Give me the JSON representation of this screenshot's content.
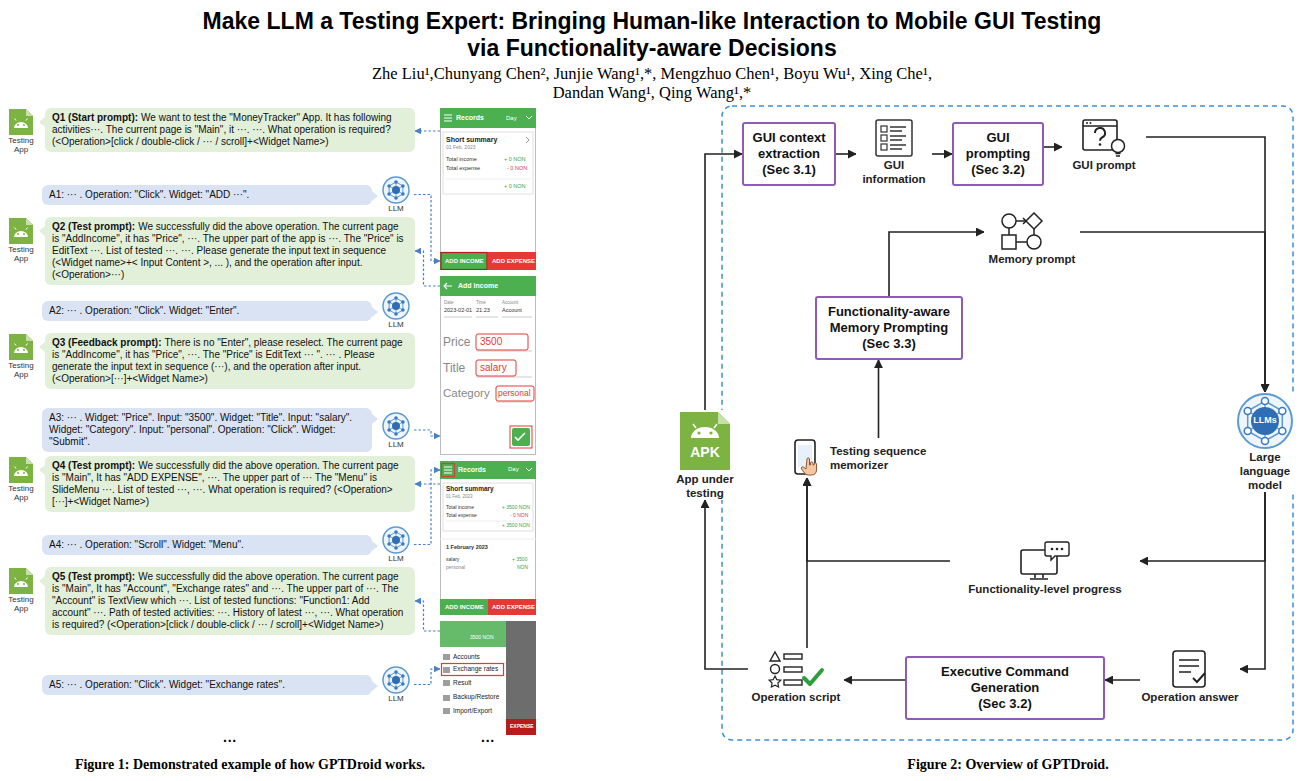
{
  "diagram": {
    "title": "Make LLM a Testing Expert: Bringing Human-like Interaction to Mobile GUI Testing via Functionality-aware Decisions",
    "nodes": [
      {
        "text": [
          "Q1 (Start prompt):",
          "We want to test the \"MoneyTracker\" App. It has following activities···. The current page is \"Main\", it ···. ···. What operation is required? (<Operation>[click / double-click / ··· / scroll]+<Widget Name>)"
        ]
      },
      {
        "text": [
          "A1: ··· . Operation: \"Click\". Widget: \"ADD ···\"."
        ]
      },
      {
        "text": [
          "Q2 (Test prompt):",
          "We successfully did the above operation. The current page is \"AddIncome\", it has \"Price\", ···. The upper part of the app is ···. The \"Price\" is EditText ···. List of tested ···. ···. Please generate the input text in sequence (<Widget name>+< Input Content >, ... ), and the operation after input. (<Operation>···)"
        ]
      },
      {
        "text": [
          "A2: ··· . Operation: \"Click\". Widget: \"Enter\"."
        ]
      },
      {
        "text": [
          "Q3 (Feedback prompt):",
          "There is no \"Enter\", please reselect. The current page is \"AddIncome\", it has \"Price\", ···. The \"Price\" is EditText ··· \". ··· . Please generate the input text in sequence (···), and the operation after input. (<Operation>[···]+<Widget Name>)"
        ]
      },
      {
        "text": [
          "A3: ··· . Widget: \"Price\". Input: \"3500\". Widget: \"Title\". Input: \"salary\". Widget: \"Category\". Input: \"personal\". Operation: \"Click\". Widget: \"Submit\"."
        ]
      },
      {
        "text": [
          "Q4 (Test prompt):",
          "We successfully did the above operation. The current page is \"Main\", It has \"ADD EXPENSE\", ···. The upper part of ··· The \"Menu\" is SlideMenu ···. List of tested ···, ···. What operation is required? (<Operation>[···]+<Widget Name>)"
        ]
      },
      {
        "text": [
          "A4: ··· . Operation: \"Scroll\". Widget: \"Menu\"."
        ]
      },
      {
        "text": [
          "Q5 (Test prompt):",
          "We successfully did the above operation. The current page is \"Main\", It has \"Account\", \"Exchange rates\" and ···. The upper part of ···. The \"Account\" is TextView which ···. List of tested functions: \"Function1: Add account\" ···. Path of tested activities: ···. History of latest ···, ···. What operation is required? (<Operation>[click / double-click / ··· / scroll]+<Widget Name>)"
        ]
      },
      {
        "text": [
          "A5: ··· . Operation: \"Click\". Widget: \"Exchange rates\"."
        ]
      },
      {
        "text": [
          "Records",
          "Day",
          "Short summary",
          "01 Feb, 2023",
          "Total income",
          "+ 0 NON",
          "Total expense",
          "- 0 NON",
          "+ 0 NON",
          "ADD INCOME",
          "ADD EXPENSE"
        ]
      },
      {
        "text": [
          "Add income",
          "Date",
          "Time",
          "Account",
          "2023-02-01",
          "21:23",
          "Account",
          "Price",
          "3500",
          "Title",
          "salary",
          "Category",
          "personal"
        ]
      },
      {
        "text": [
          "Records",
          "Day",
          "Short summary",
          "01 Feb, 2023",
          "Total income",
          "+ 3500 NON",
          "Total expense",
          "- 0 NON",
          "+ 3500 NON",
          "1 February 2023",
          "salary",
          "+ 3500",
          "personal",
          "NON",
          "ADD INCOME",
          "ADD EXPENSE"
        ]
      },
      {
        "text": [
          "3500 NON",
          "Accounts",
          "Exchange rates",
          "Result",
          "Backup/Restore",
          "Import/Export",
          "EXPENSE"
        ]
      },
      {
        "text": [
          "GUI context extraction",
          "(Sec 3.1)"
        ]
      },
      {
        "text": [
          "GUI information"
        ]
      },
      {
        "text": [
          "GUI prompting",
          "(Sec 3.2)"
        ]
      },
      {
        "text": [
          "GUI prompt"
        ]
      },
      {
        "text": [
          "Memory prompt"
        ]
      },
      {
        "text": [
          "Functionality-aware Memory Prompting",
          "(Sec 3.3)"
        ]
      },
      {
        "text": [
          "APK",
          "App under testing"
        ]
      },
      {
        "text": [
          "Testing sequence memorizer"
        ]
      },
      {
        "text": [
          "LLMs",
          "Large language model"
        ]
      },
      {
        "text": [
          "Functionality-level progress"
        ]
      },
      {
        "text": [
          "Operation script"
        ]
      },
      {
        "text": [
          "Executive Command Generation",
          "(Sec 3.2)"
        ]
      },
      {
        "text": [
          "Operation answer"
        ]
      }
    ],
    "edges": [
      {
        "from": 10,
        "to": 0,
        "arrow": "to"
      },
      {
        "from": 1,
        "to": 10,
        "arrow": "to"
      },
      {
        "from": 11,
        "to": 2,
        "arrow": "to"
      },
      {
        "from": 5,
        "to": 11,
        "arrow": "to"
      },
      {
        "from": 12,
        "to": 6,
        "arrow": "to"
      },
      {
        "from": 7,
        "to": 12,
        "arrow": "to"
      },
      {
        "from": 13,
        "to": 8,
        "arrow": "to"
      },
      {
        "from": 9,
        "to": 13,
        "arrow": "to"
      },
      {
        "from": 14,
        "to": 15,
        "arrow": "to"
      },
      {
        "from": 15,
        "to": 16,
        "arrow": "to"
      },
      {
        "from": 16,
        "to": 17,
        "arrow": "to"
      },
      {
        "from": 17,
        "to": 22,
        "arrow": "to"
      },
      {
        "from": 18,
        "to": 22,
        "arrow": "to"
      },
      {
        "from": 19,
        "to": 18,
        "arrow": "to"
      },
      {
        "from": 21,
        "to": 19,
        "arrow": "to"
      },
      {
        "from": 22,
        "to": 23,
        "arrow": "to"
      },
      {
        "from": 22,
        "to": 26,
        "arrow": "to"
      },
      {
        "from": 26,
        "to": 25,
        "arrow": "to"
      },
      {
        "from": 25,
        "to": 24,
        "arrow": "to"
      },
      {
        "from": 24,
        "to": 20,
        "arrow": "to"
      },
      {
        "from": 20,
        "to": 14,
        "arrow": "to"
      },
      {
        "from": 23,
        "to": 21,
        "arrow": "to"
      },
      {
        "from": 24,
        "to": 21,
        "arrow": "to"
      }
    ],
    "labels": [
      "Zhe Liu¹,Chunyang Chen², Junjie Wang¹,*, Mengzhuo Chen¹, Boyu Wu¹, Xing Che¹, Dandan Wang¹, Qing Wang¹,*",
      "Testing App",
      "Testing App",
      "Testing App",
      "Testing App",
      "Testing App",
      "LLM",
      "LLM",
      "LLM",
      "LLM",
      "LLM",
      "···",
      "···",
      "Figure 1: Demonstrated example of how GPTDroid works.",
      "Figure 2: Overview of GPTDroid."
    ]
  }
}
